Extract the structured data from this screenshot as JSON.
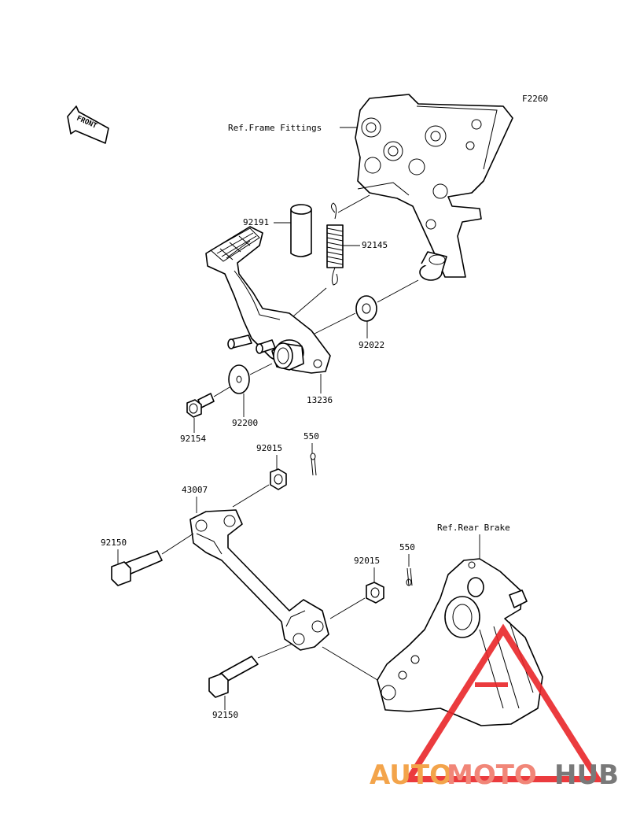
{
  "diagram_code": "F2260",
  "front_label": "FRONT",
  "ref_frame": "Ref.Frame Fittings",
  "ref_brake": "Ref.Rear Brake",
  "parts": {
    "p92191": "92191",
    "p92145": "92145",
    "p92022": "92022",
    "p13236": "13236",
    "p92200": "92200",
    "p92154": "92154",
    "p550a": "550",
    "p92015a": "92015",
    "p43007": "43007",
    "p92150a": "92150",
    "p550b": "550",
    "p92015b": "92015",
    "p92150b": "92150"
  },
  "watermark": {
    "part1": "AUTO",
    "part2": "MOTO",
    "part3": "HUB"
  },
  "colors": {
    "watermark_triangle": "#e9262a",
    "watermark_orange": "#f29b38",
    "watermark_salmon": "#f07a6a",
    "watermark_gray": "#6b6b6b"
  }
}
